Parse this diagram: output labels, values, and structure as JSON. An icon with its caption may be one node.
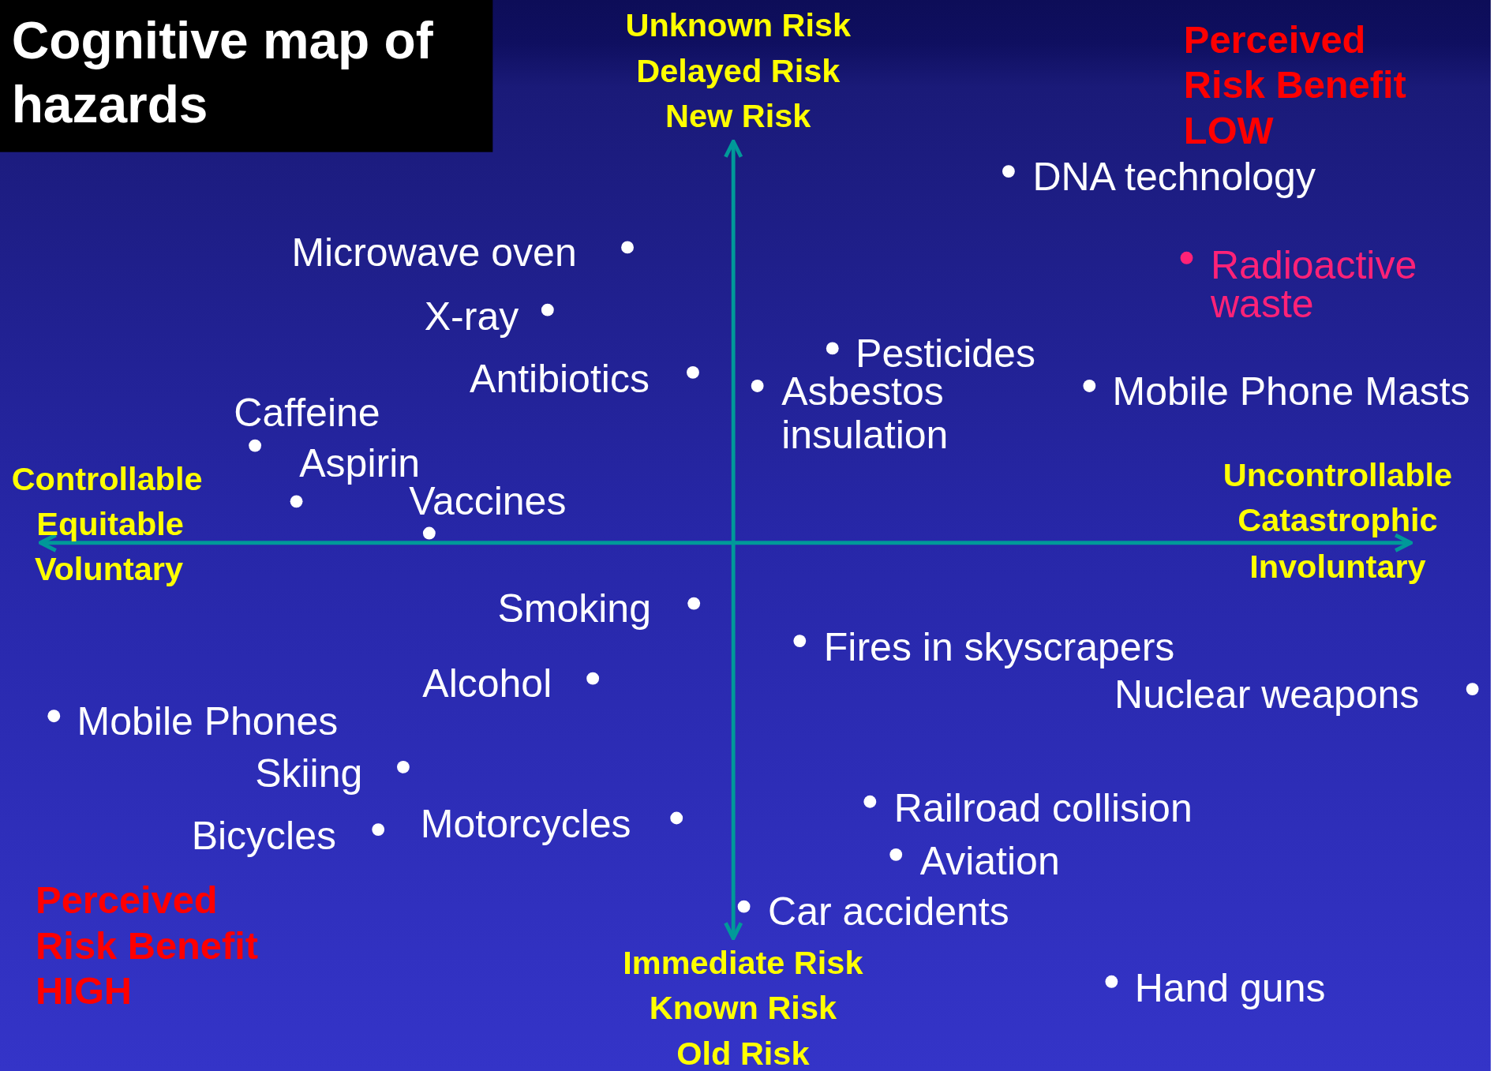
{
  "diagram": {
    "title": "Cognitive map of hazards",
    "labels": [
      "Unknown Risk",
      "Perceived Risk Benefit LOW",
      "Delayed Risk",
      "New Risk",
      "DNA technology",
      "Microwave oven",
      "Radioactive waste",
      "X-ray",
      "Pesticides",
      "Antibiotics",
      "Asbestos insulation",
      "Mobile Phone Masts",
      "Caffeine",
      "Aspirin",
      "Uncontrollable",
      "Controllable",
      "Vaccines",
      "Equitable",
      "Catastrophic",
      "Involuntary",
      "Voluntary",
      "Smoking",
      "Fires in skyscrapers",
      "Alcohol",
      "Nuclear weapons",
      "Mobile Phones",
      "Skiing",
      "Railroad collision",
      "Motorcycles",
      "Bicycles",
      "Aviation",
      "Perceived Risk Benefit HIGH",
      "Car accidents",
      "Immediate Risk",
      "Hand guns",
      "Known Risk",
      "Old Risk"
    ]
  }
}
